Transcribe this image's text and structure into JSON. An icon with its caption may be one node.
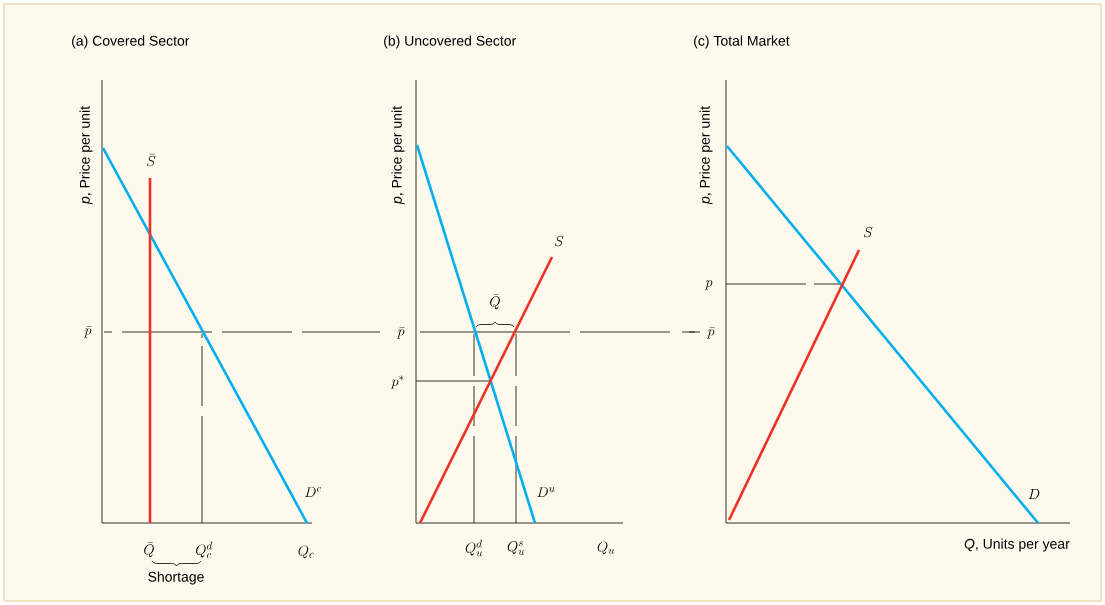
{
  "diagram": {
    "labels": [
      "(a) Covered Sector",
      "(b) Uncovered Sector",
      "(c) Total Market",
      "*p*, Price per unit",
      "\\bar{S}",
      "\\bar{p}",
      "D^c",
      "\\bar{Q}",
      "Q_c^d",
      "Q_c",
      "Shortage",
      "*p*, Price per unit",
      "S",
      "\\bar{Q}",
      "\\bar{p}",
      "p^*",
      "D^u",
      "Q_u^d",
      "Q_u^s",
      "Q_u",
      "*p*, Price per unit",
      "S",
      "p",
      "\\bar{p}",
      "D",
      "*Q*, Units per year"
    ]
  }
}
